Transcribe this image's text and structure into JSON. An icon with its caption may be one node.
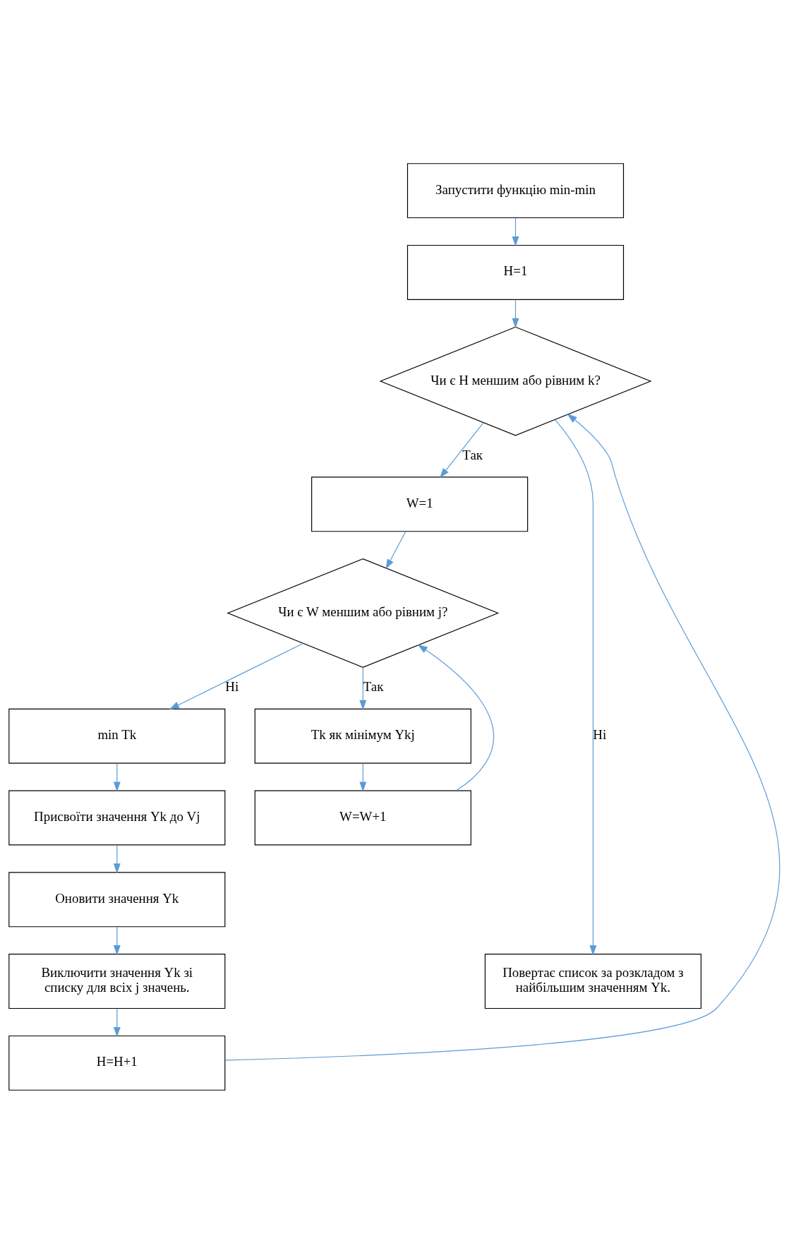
{
  "diagram": {
    "nodes": [
      {
        "text": [
          "Запустити функцію min-min"
        ]
      },
      {
        "text": [
          "H=1"
        ]
      },
      {
        "text": [
          "Чи є H меншим або рівним k?"
        ]
      },
      {
        "text": [
          "W=1"
        ]
      },
      {
        "text": [
          "Чи є W меншим або рівним j?"
        ]
      },
      {
        "text": [
          "min Tk"
        ]
      },
      {
        "text": [
          "Tk як мінімум Ykj"
        ]
      },
      {
        "text": [
          "Присвоїти значення Yk до Vj"
        ]
      },
      {
        "text": [
          "W=W+1"
        ]
      },
      {
        "text": [
          "Оновити значення Yk"
        ]
      },
      {
        "text": [
          "Виключити значення Yk зі списку для всіх j значень."
        ]
      },
      {
        "text": [
          "Повертає список за розкладом з найбільшим значенням Yk."
        ]
      },
      {
        "text": [
          "H=H+1"
        ]
      }
    ],
    "edges": [
      {
        "from": 0,
        "to": 1,
        "arrow": "to"
      },
      {
        "from": 1,
        "to": 2,
        "arrow": "to"
      },
      {
        "from": 2,
        "to": 3,
        "arrow": "to",
        "label": "Так"
      },
      {
        "from": 2,
        "to": 11,
        "arrow": "to",
        "label": "Ні"
      },
      {
        "from": 3,
        "to": 4,
        "arrow": "to"
      },
      {
        "from": 4,
        "to": 5,
        "arrow": "to",
        "label": "Ні"
      },
      {
        "from": 4,
        "to": 6,
        "arrow": "to",
        "label": "Так"
      },
      {
        "from": 6,
        "to": 8,
        "arrow": "to"
      },
      {
        "from": 8,
        "to": 4,
        "arrow": "to"
      },
      {
        "from": 5,
        "to": 7,
        "arrow": "to"
      },
      {
        "from": 7,
        "to": 9,
        "arrow": "to"
      },
      {
        "from": 9,
        "to": 10,
        "arrow": "to"
      },
      {
        "from": 10,
        "to": 12,
        "arrow": "to"
      },
      {
        "from": 12,
        "to": 2,
        "arrow": "to"
      }
    ]
  }
}
